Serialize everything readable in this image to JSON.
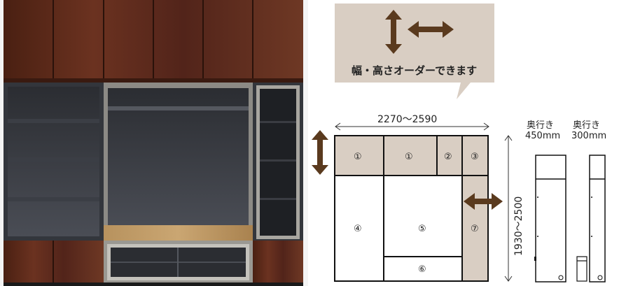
{
  "callout": {
    "text": "幅・高さオーダーできます"
  },
  "front": {
    "width_dim": "2270〜2590",
    "height_dim": "1930〜2500",
    "sections": {
      "s1a": "①",
      "s1b": "①",
      "s2": "②",
      "s3": "③",
      "s4": "④",
      "s5": "⑤",
      "s6": "⑥",
      "s7": "⑦"
    }
  },
  "sides": {
    "a": {
      "label": "奥行き",
      "value": "450mm"
    },
    "b": {
      "label": "奥行き",
      "value": "300mm"
    }
  },
  "colors": {
    "wood": "#5a2a18",
    "dark_panel": "#2f3238",
    "beige": "#d9cec3",
    "arrow": "#5a3a1e"
  }
}
